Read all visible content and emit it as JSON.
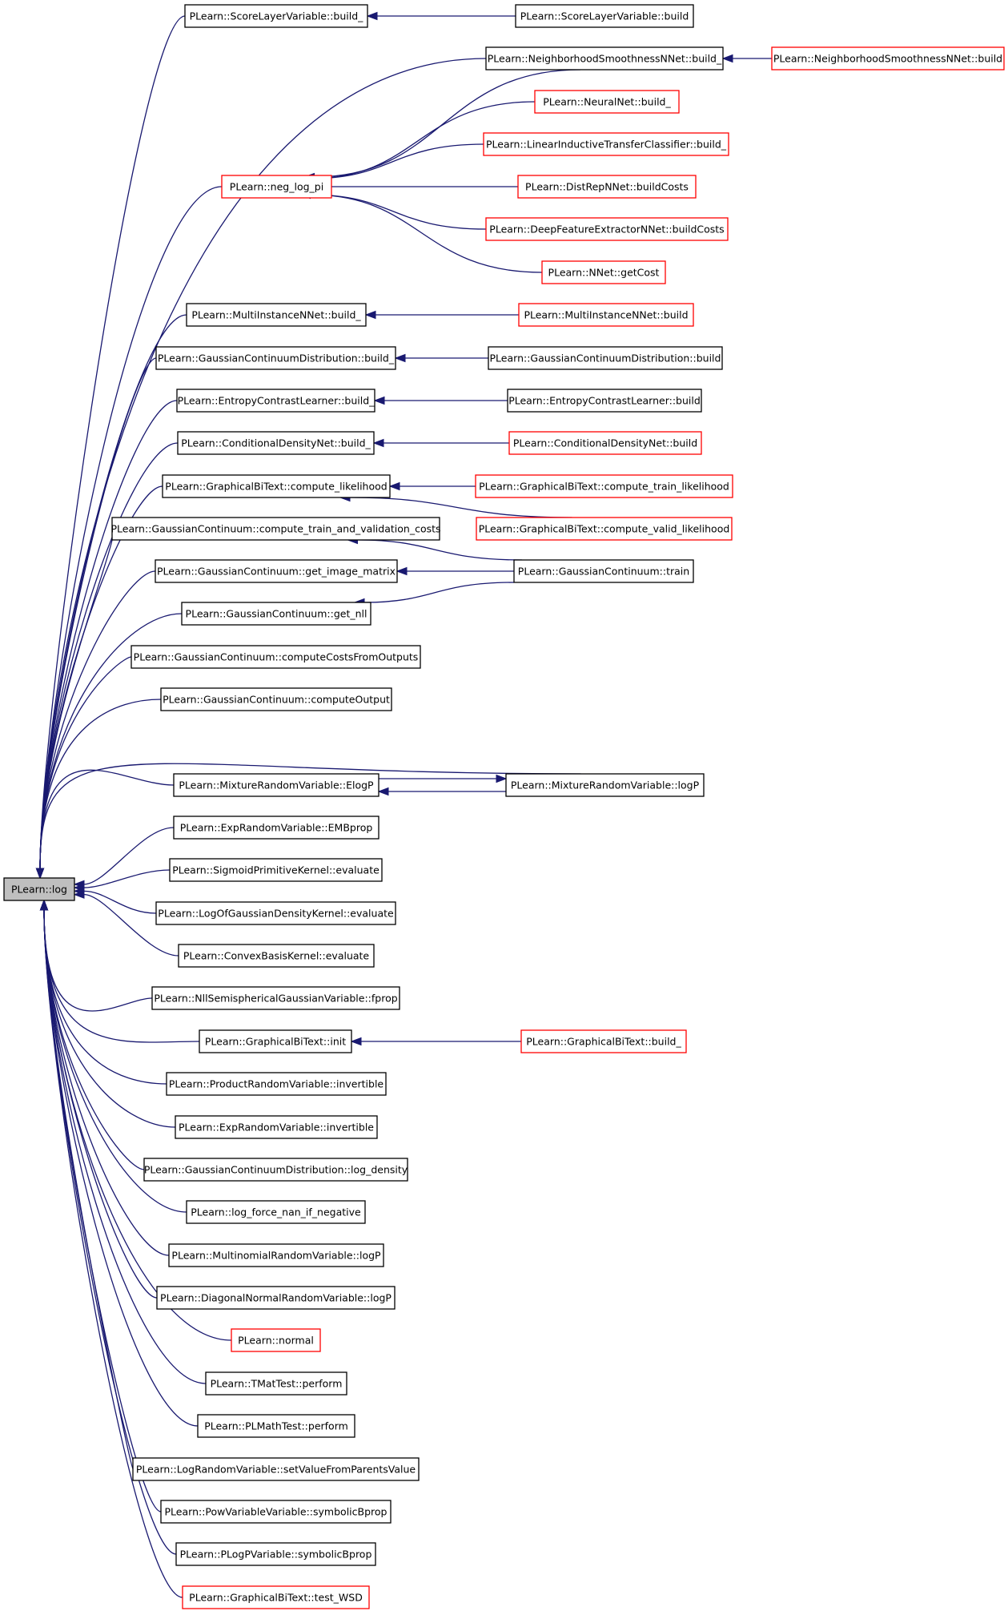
{
  "nodes": [
    {
      "id": "root",
      "label": "PLearn::log",
      "border": "black",
      "root": true
    },
    {
      "id": "n1",
      "label": "PLearn::ScoreLayerVariable::build_",
      "border": "black"
    },
    {
      "id": "n2",
      "label": "PLearn::ScoreLayerVariable::build",
      "border": "black"
    },
    {
      "id": "n3",
      "label": "PLearn::NeighborhoodSmoothnessNNet::build_",
      "border": "black"
    },
    {
      "id": "n4",
      "label": "PLearn::NeighborhoodSmoothnessNNet::build",
      "border": "red"
    },
    {
      "id": "n5",
      "label": "PLearn::neg_log_pi",
      "border": "red"
    },
    {
      "id": "n6",
      "label": "PLearn::NeuralNet::build_",
      "border": "red"
    },
    {
      "id": "n7",
      "label": "PLearn::LinearInductiveTransferClassifier::build_",
      "border": "red"
    },
    {
      "id": "n8",
      "label": "PLearn::DistRepNNet::buildCosts",
      "border": "red"
    },
    {
      "id": "n9",
      "label": "PLearn::DeepFeatureExtractorNNet::buildCosts",
      "border": "red"
    },
    {
      "id": "n10",
      "label": "PLearn::NNet::getCost",
      "border": "red"
    },
    {
      "id": "n11",
      "label": "PLearn::MultiInstanceNNet::build_",
      "border": "black"
    },
    {
      "id": "n12",
      "label": "PLearn::MultiInstanceNNet::build",
      "border": "red"
    },
    {
      "id": "n13",
      "label": "PLearn::GaussianContinuumDistribution::build_",
      "border": "black"
    },
    {
      "id": "n14",
      "label": "PLearn::GaussianContinuumDistribution::build",
      "border": "black"
    },
    {
      "id": "n15",
      "label": "PLearn::EntropyContrastLearner::build_",
      "border": "black"
    },
    {
      "id": "n16",
      "label": "PLearn::EntropyContrastLearner::build",
      "border": "black"
    },
    {
      "id": "n17",
      "label": "PLearn::ConditionalDensityNet::build_",
      "border": "black"
    },
    {
      "id": "n18",
      "label": "PLearn::ConditionalDensityNet::build",
      "border": "red"
    },
    {
      "id": "n19",
      "label": "PLearn::GraphicalBiText::compute_likelihood",
      "border": "black"
    },
    {
      "id": "n20",
      "label": "PLearn::GraphicalBiText::compute_train_likelihood",
      "border": "red"
    },
    {
      "id": "n21",
      "label": "PLearn::GraphicalBiText::compute_valid_likelihood",
      "border": "red"
    },
    {
      "id": "n22",
      "label": "PLearn::GaussianContinuum::compute_train_and_validation_costs",
      "border": "black"
    },
    {
      "id": "n23",
      "label": "PLearn::GaussianContinuum::get_image_matrix",
      "border": "black"
    },
    {
      "id": "n24",
      "label": "PLearn::GaussianContinuum::train",
      "border": "black"
    },
    {
      "id": "n25",
      "label": "PLearn::GaussianContinuum::get_nll",
      "border": "black"
    },
    {
      "id": "n26",
      "label": "PLearn::GaussianContinuum::computeCostsFromOutputs",
      "border": "black"
    },
    {
      "id": "n27",
      "label": "PLearn::GaussianContinuum::computeOutput",
      "border": "black"
    },
    {
      "id": "n28",
      "label": "PLearn::MixtureRandomVariable::ElogP",
      "border": "black"
    },
    {
      "id": "n29",
      "label": "PLearn::MixtureRandomVariable::logP",
      "border": "black"
    },
    {
      "id": "n30",
      "label": "PLearn::ExpRandomVariable::EMBprop",
      "border": "black"
    },
    {
      "id": "n31",
      "label": "PLearn::SigmoidPrimitiveKernel::evaluate",
      "border": "black"
    },
    {
      "id": "n32",
      "label": "PLearn::LogOfGaussianDensityKernel::evaluate",
      "border": "black"
    },
    {
      "id": "n33",
      "label": "PLearn::ConvexBasisKernel::evaluate",
      "border": "black"
    },
    {
      "id": "n34",
      "label": "PLearn::NllSemisphericalGaussianVariable::fprop",
      "border": "black"
    },
    {
      "id": "n35",
      "label": "PLearn::GraphicalBiText::init",
      "border": "black"
    },
    {
      "id": "n36",
      "label": "PLearn::GraphicalBiText::build_",
      "border": "red"
    },
    {
      "id": "n37",
      "label": "PLearn::ProductRandomVariable::invertible",
      "border": "black"
    },
    {
      "id": "n38",
      "label": "PLearn::ExpRandomVariable::invertible",
      "border": "black"
    },
    {
      "id": "n39",
      "label": "PLearn::GaussianContinuumDistribution::log_density",
      "border": "black"
    },
    {
      "id": "n40",
      "label": "PLearn::log_force_nan_if_negative",
      "border": "black"
    },
    {
      "id": "n41",
      "label": "PLearn::MultinomialRandomVariable::logP",
      "border": "black"
    },
    {
      "id": "n42",
      "label": "PLearn::DiagonalNormalRandomVariable::logP",
      "border": "black"
    },
    {
      "id": "n43",
      "label": "PLearn::normal",
      "border": "red"
    },
    {
      "id": "n44",
      "label": "PLearn::TMatTest::perform",
      "border": "black"
    },
    {
      "id": "n45",
      "label": "PLearn::PLMathTest::perform",
      "border": "black"
    },
    {
      "id": "n46",
      "label": "PLearn::LogRandomVariable::setValueFromParentsValue",
      "border": "black"
    },
    {
      "id": "n47",
      "label": "PLearn::PowVariableVariable::symbolicBprop",
      "border": "black"
    },
    {
      "id": "n48",
      "label": "PLearn::PLogPVariable::symbolicBprop",
      "border": "black"
    },
    {
      "id": "n49",
      "label": "PLearn::GraphicalBiText::test_WSD",
      "border": "red"
    }
  ],
  "edges": [
    {
      "from": "n1",
      "to": "root"
    },
    {
      "from": "n3",
      "to": "root"
    },
    {
      "from": "n5",
      "to": "root"
    },
    {
      "from": "n11",
      "to": "root"
    },
    {
      "from": "n13",
      "to": "root"
    },
    {
      "from": "n15",
      "to": "root"
    },
    {
      "from": "n17",
      "to": "root"
    },
    {
      "from": "n19",
      "to": "root"
    },
    {
      "from": "n22",
      "to": "root"
    },
    {
      "from": "n23",
      "to": "root"
    },
    {
      "from": "n25",
      "to": "root"
    },
    {
      "from": "n26",
      "to": "root"
    },
    {
      "from": "n27",
      "to": "root"
    },
    {
      "from": "n29",
      "to": "root"
    },
    {
      "from": "n28",
      "to": "root"
    },
    {
      "from": "n30",
      "to": "root"
    },
    {
      "from": "n31",
      "to": "root"
    },
    {
      "from": "n32",
      "to": "root"
    },
    {
      "from": "n33",
      "to": "root"
    },
    {
      "from": "n34",
      "to": "root"
    },
    {
      "from": "n35",
      "to": "root"
    },
    {
      "from": "n37",
      "to": "root"
    },
    {
      "from": "n38",
      "to": "root"
    },
    {
      "from": "n39",
      "to": "root"
    },
    {
      "from": "n40",
      "to": "root"
    },
    {
      "from": "n41",
      "to": "root"
    },
    {
      "from": "n42",
      "to": "root"
    },
    {
      "from": "n43",
      "to": "root"
    },
    {
      "from": "n44",
      "to": "root"
    },
    {
      "from": "n45",
      "to": "root"
    },
    {
      "from": "n46",
      "to": "root"
    },
    {
      "from": "n47",
      "to": "root"
    },
    {
      "from": "n48",
      "to": "root"
    },
    {
      "from": "n49",
      "to": "root"
    },
    {
      "from": "n2",
      "to": "n1"
    },
    {
      "from": "n4",
      "to": "n3"
    },
    {
      "from": "n3",
      "to": "n5"
    },
    {
      "from": "n6",
      "to": "n5"
    },
    {
      "from": "n7",
      "to": "n5"
    },
    {
      "from": "n8",
      "to": "n5"
    },
    {
      "from": "n9",
      "to": "n5"
    },
    {
      "from": "n10",
      "to": "n5"
    },
    {
      "from": "n12",
      "to": "n11"
    },
    {
      "from": "n14",
      "to": "n13"
    },
    {
      "from": "n16",
      "to": "n15"
    },
    {
      "from": "n18",
      "to": "n17"
    },
    {
      "from": "n20",
      "to": "n19"
    },
    {
      "from": "n21",
      "to": "n19"
    },
    {
      "from": "n24",
      "to": "n22"
    },
    {
      "from": "n24",
      "to": "n23"
    },
    {
      "from": "n24",
      "to": "n25"
    },
    {
      "from": "n28",
      "to": "n29"
    },
    {
      "from": "n29",
      "to": "n28"
    },
    {
      "from": "n36",
      "to": "n35"
    }
  ],
  "colors": {
    "edge": "#191970",
    "root_fill": "#bfbfbf",
    "red_border": "#ff0000",
    "black_border": "#000000"
  }
}
